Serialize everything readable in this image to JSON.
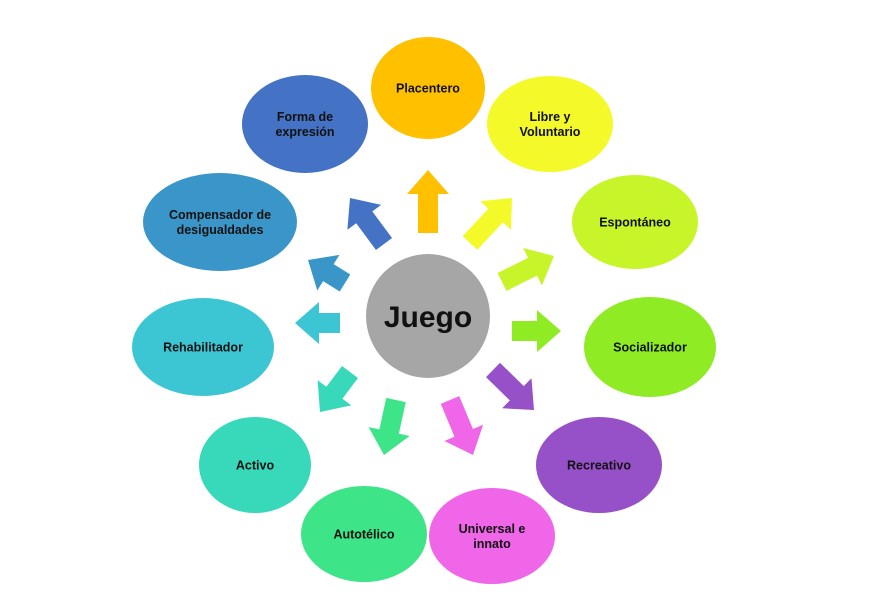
{
  "center": {
    "label": "Juego",
    "color": "#a6a6a6"
  },
  "nodes": [
    {
      "lines": [
        "Placentero"
      ],
      "color": "#ffc000"
    },
    {
      "lines": [
        "Libre y",
        "Voluntario"
      ],
      "color": "#f4fa2a"
    },
    {
      "lines": [
        "Espontáneo"
      ],
      "color": "#c8f52a"
    },
    {
      "lines": [
        "Socializador"
      ],
      "color": "#8eeb24"
    },
    {
      "lines": [
        "Recreativo"
      ],
      "color": "#9650c8"
    },
    {
      "lines": [
        "Universal e",
        "innato"
      ],
      "color": "#f066e8"
    },
    {
      "lines": [
        "Autotélico"
      ],
      "color": "#3ee488"
    },
    {
      "lines": [
        "Activo"
      ],
      "color": "#38d8ba"
    },
    {
      "lines": [
        "Rehabilitador"
      ],
      "color": "#3cc6d4"
    },
    {
      "lines": [
        "Compensador de",
        "desigualdades"
      ],
      "color": "#3a96c8"
    },
    {
      "lines": [
        "Forma de",
        "expresión"
      ],
      "color": "#4472c4"
    }
  ],
  "arrows": [
    {
      "color": "#ffc000"
    },
    {
      "color": "#f4fa2a"
    },
    {
      "color": "#c8f52a"
    },
    {
      "color": "#8eeb24"
    },
    {
      "color": "#9650c8"
    },
    {
      "color": "#f066e8"
    },
    {
      "color": "#3ee488"
    },
    {
      "color": "#38d8ba"
    },
    {
      "color": "#3cc6d4"
    },
    {
      "color": "#3a96c8"
    },
    {
      "color": "#4472c4"
    }
  ]
}
